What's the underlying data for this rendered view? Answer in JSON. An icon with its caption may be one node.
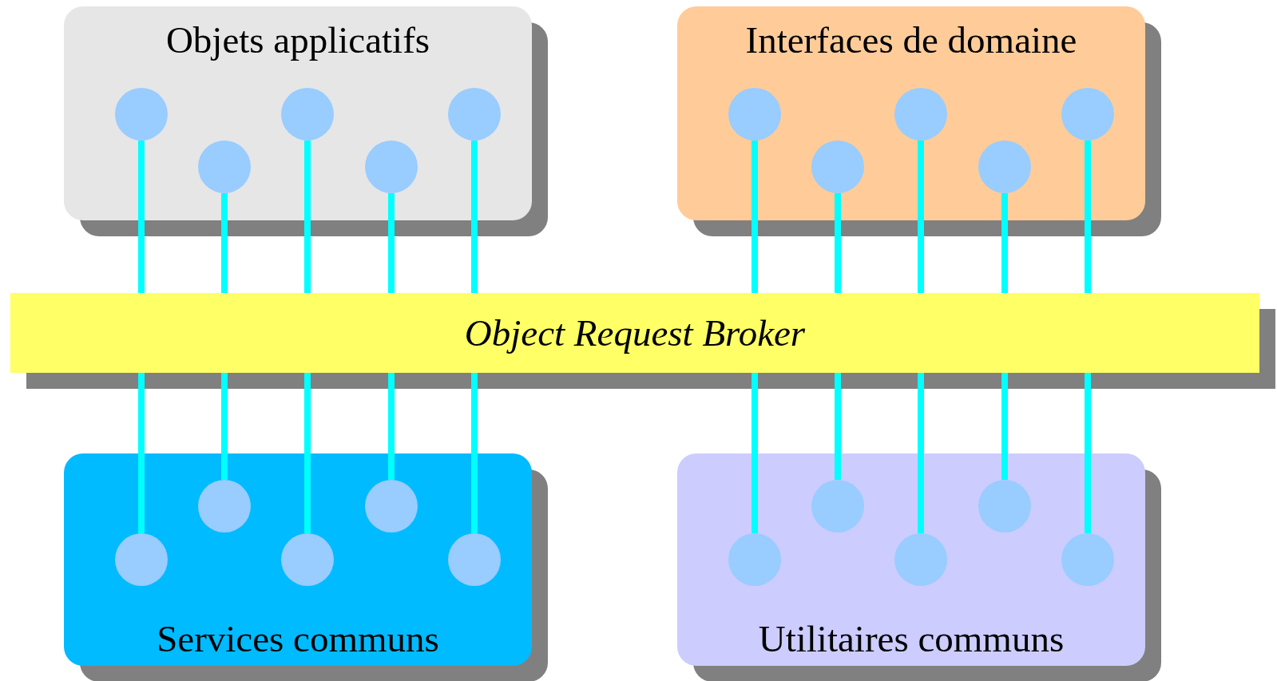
{
  "diagram": {
    "nodes": [
      {
        "text": [
          "Objets applicatifs"
        ]
      },
      {
        "text": [],
        "shape": "circle",
        "in": 0
      },
      {
        "text": [],
        "shape": "circle",
        "in": 0
      },
      {
        "text": [],
        "shape": "circle",
        "in": 0
      },
      {
        "text": [],
        "shape": "circle",
        "in": 0
      },
      {
        "text": [],
        "shape": "circle",
        "in": 0
      },
      {
        "text": [
          "Interfaces de domaine"
        ]
      },
      {
        "text": [],
        "shape": "circle",
        "in": 6
      },
      {
        "text": [],
        "shape": "circle",
        "in": 6
      },
      {
        "text": [],
        "shape": "circle",
        "in": 6
      },
      {
        "text": [],
        "shape": "circle",
        "in": 6
      },
      {
        "text": [],
        "shape": "circle",
        "in": 6
      },
      {
        "text": [
          "Object Request Broker"
        ]
      },
      {
        "text": [
          "Services communs"
        ]
      },
      {
        "text": [],
        "shape": "circle",
        "in": 13
      },
      {
        "text": [],
        "shape": "circle",
        "in": 13
      },
      {
        "text": [],
        "shape": "circle",
        "in": 13
      },
      {
        "text": [],
        "shape": "circle",
        "in": 13
      },
      {
        "text": [],
        "shape": "circle",
        "in": 13
      },
      {
        "text": [
          "Utilitaires communs"
        ]
      },
      {
        "text": [],
        "shape": "circle",
        "in": 19
      },
      {
        "text": [],
        "shape": "circle",
        "in": 19
      },
      {
        "text": [],
        "shape": "circle",
        "in": 19
      },
      {
        "text": [],
        "shape": "circle",
        "in": 19
      },
      {
        "text": [],
        "shape": "circle",
        "in": 19
      }
    ],
    "edges": [
      {
        "from": 1,
        "to": 12,
        "arrow": "none"
      },
      {
        "from": 2,
        "to": 12,
        "arrow": "none"
      },
      {
        "from": 3,
        "to": 12,
        "arrow": "none"
      },
      {
        "from": 4,
        "to": 12,
        "arrow": "none"
      },
      {
        "from": 5,
        "to": 12,
        "arrow": "none"
      },
      {
        "from": 7,
        "to": 12,
        "arrow": "none"
      },
      {
        "from": 8,
        "to": 12,
        "arrow": "none"
      },
      {
        "from": 9,
        "to": 12,
        "arrow": "none"
      },
      {
        "from": 10,
        "to": 12,
        "arrow": "none"
      },
      {
        "from": 11,
        "to": 12,
        "arrow": "none"
      },
      {
        "from": 14,
        "to": 12,
        "arrow": "none"
      },
      {
        "from": 15,
        "to": 12,
        "arrow": "none"
      },
      {
        "from": 16,
        "to": 12,
        "arrow": "none"
      },
      {
        "from": 17,
        "to": 12,
        "arrow": "none"
      },
      {
        "from": 18,
        "to": 12,
        "arrow": "none"
      },
      {
        "from": 20,
        "to": 12,
        "arrow": "none"
      },
      {
        "from": 21,
        "to": 12,
        "arrow": "none"
      },
      {
        "from": 22,
        "to": 12,
        "arrow": "none"
      },
      {
        "from": 23,
        "to": 12,
        "arrow": "none"
      },
      {
        "from": 24,
        "to": 12,
        "arrow": "none"
      }
    ]
  }
}
